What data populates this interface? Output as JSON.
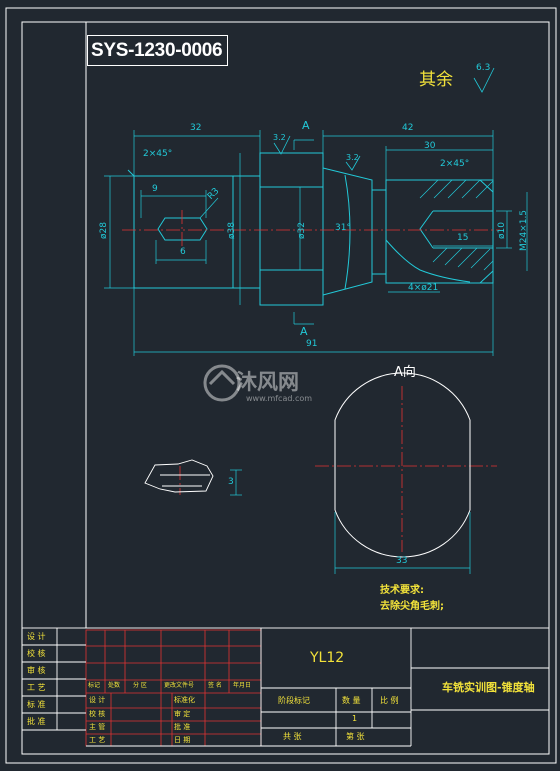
{
  "drawing": {
    "number": "SYS-1230-0006",
    "rest_label": "其余",
    "rest_roughness": "6.3",
    "view_label": "A向",
    "section_letter_top": "A",
    "section_letter_bottom": "A",
    "material": "YL12",
    "drawing_name": "车铣实训图-锥度轴",
    "tech_title": "技术要求:",
    "tech_item": "去除尖角毛刺;",
    "watermark_brand": "沐风网",
    "watermark_url": "www.mfcad.com"
  },
  "dimensions": {
    "len_32": "32",
    "len_42": "42",
    "len_30": "30",
    "len_91": "91",
    "chamfer_left": "2×45°",
    "chamfer_right": "2×45°",
    "len_9": "9",
    "len_6": "6",
    "radius_r3": "R3",
    "dia_28": "ø28",
    "dia_38": "ø38",
    "dia_32": "ø32",
    "taper_angle": "31°",
    "dia_10": "ø10",
    "thread": "M24×1.5",
    "depth_15": "15",
    "groove": "4×ø21",
    "rough_32a": "3.2",
    "rough_32b": "3.2",
    "view_width_33": "33",
    "slot_depth_3": "3"
  },
  "title_block": {
    "left_labels": [
      "设 计",
      "校 核",
      "审 核",
      "工 艺",
      "标 准",
      "批 准"
    ],
    "change_header": [
      "标记",
      "处数",
      "分 区",
      "更改文件号",
      "签 名",
      "年月日"
    ],
    "sub_rows": [
      [
        "设 计",
        "标准化"
      ],
      [
        "校 核",
        "审 定"
      ],
      [
        "主 管",
        "批 准"
      ],
      [
        "工 艺",
        "日 期"
      ]
    ],
    "stage_mark": "阶段标记",
    "weight": "数 量",
    "scale": "比 例",
    "weight_value": "1",
    "total": "共  张",
    "sheet": "第  张"
  },
  "colors": {
    "background": "#212830",
    "outline": "#ffffff",
    "part": "#22c9d8",
    "center": "#e23333",
    "text": "#f2e23a"
  }
}
